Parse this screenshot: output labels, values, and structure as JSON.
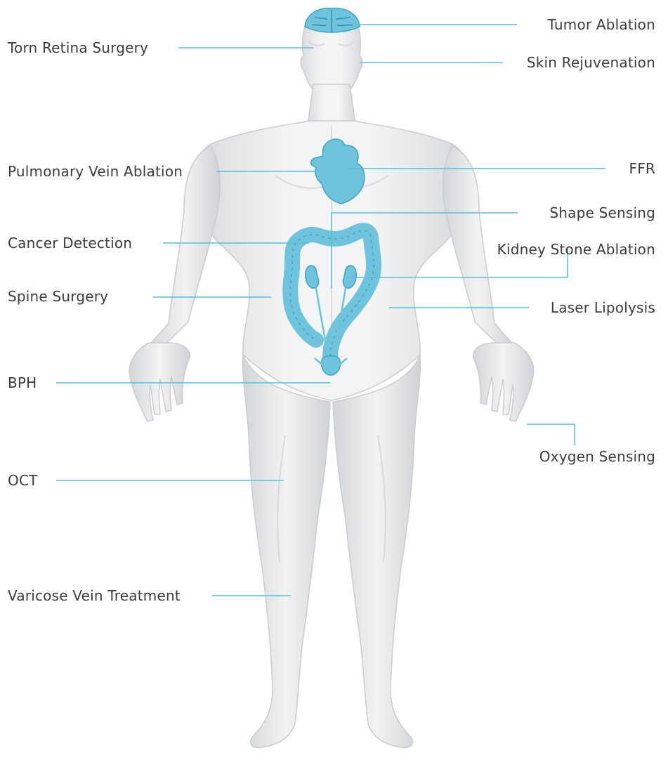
{
  "colors": {
    "leader_line": "#5bbcd6",
    "organ": "#6fc3dc",
    "organ_dark": "#3fa4c2",
    "body": "#eef0f2",
    "body_shade": "#d7dadd",
    "text": "#3c3c3c"
  },
  "labels": {
    "left": [
      "Torn Retina Surgery",
      "Pulmonary Vein Ablation",
      "Cancer Detection",
      "Spine Surgery",
      "BPH",
      "OCT",
      "Varicose Vein Treatment"
    ],
    "right": [
      "Tumor Ablation",
      "Skin Rejuvenation",
      "FFR",
      "Shape Sensing",
      "Kidney Stone Ablation",
      "Laser Lipolysis",
      "Oxygen Sensing"
    ]
  },
  "figure": {
    "subject": "human-body",
    "highlighted_organs": [
      "brain",
      "heart",
      "colon",
      "kidneys",
      "bladder"
    ]
  }
}
